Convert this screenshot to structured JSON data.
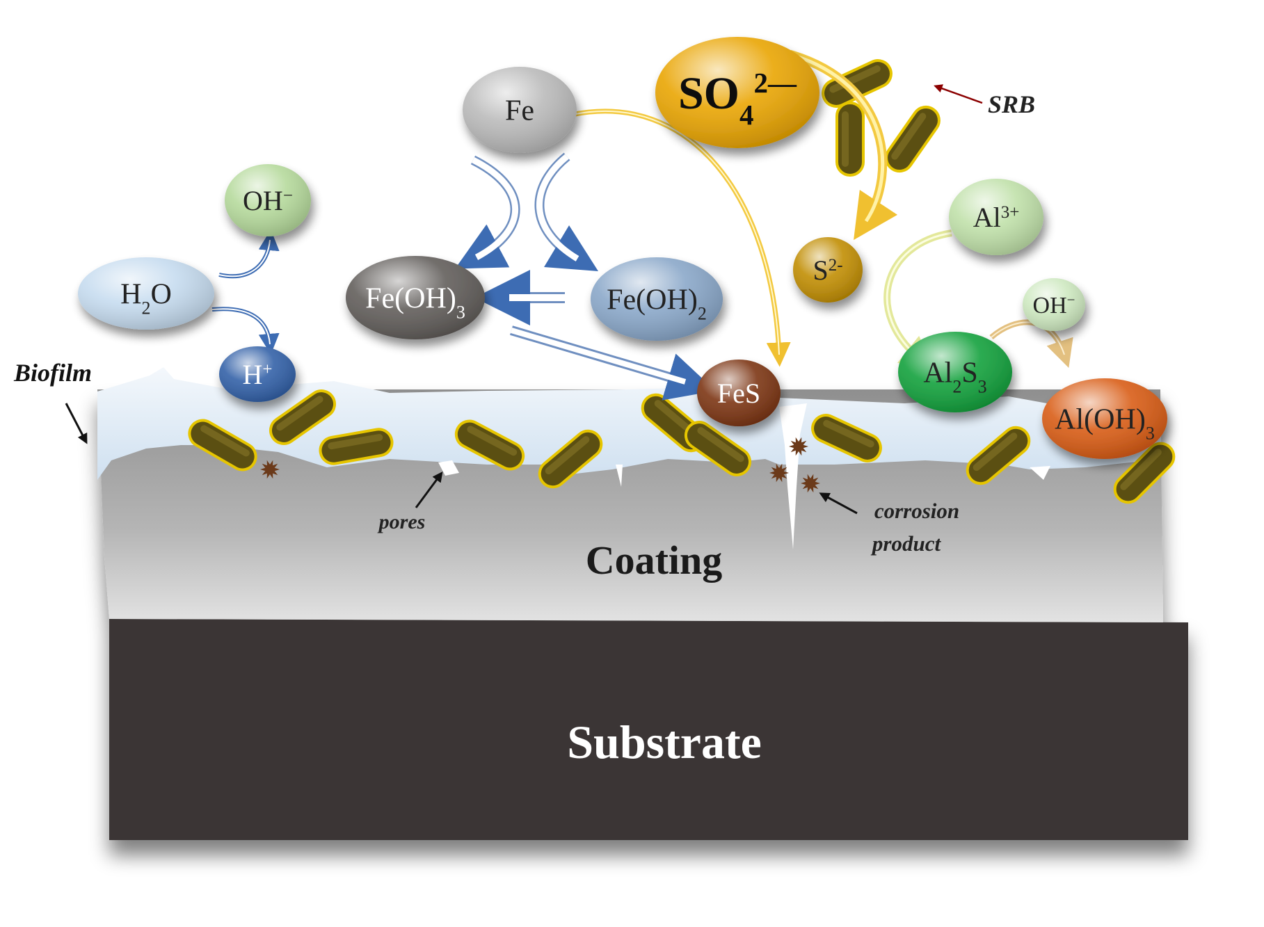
{
  "layers": {
    "substrate": "Substrate",
    "coating": "Coating",
    "biofilm": "Biofilm"
  },
  "annotations": {
    "pores": "pores",
    "corrosion_line1": "corrosion",
    "corrosion_line2": "product",
    "srb": "SRB"
  },
  "species": {
    "so4": {
      "base": "SO",
      "sub": "4",
      "sup": "2—"
    },
    "fe": {
      "base": "Fe"
    },
    "oh_left": {
      "base": "OH",
      "sup": "−"
    },
    "h2o": {
      "base": "H",
      "sub": "2",
      "tail": "O"
    },
    "h_plus": {
      "base": "H",
      "sup": "+"
    },
    "fe_oh3": {
      "base": "Fe(OH)",
      "sub": "3"
    },
    "fe_oh2": {
      "base": "Fe(OH)",
      "sub": "2"
    },
    "fes": {
      "base": "FeS"
    },
    "s2": {
      "base": "S",
      "sup": "2-"
    },
    "al3": {
      "base": "Al",
      "sup": "3+"
    },
    "oh_right": {
      "base": "OH",
      "sup": "−"
    },
    "al2s3": {
      "base": "Al",
      "sub": "2",
      "tail": "S",
      "sub2": "3"
    },
    "al_oh3": {
      "base": "Al(OH)",
      "sub": "3"
    }
  },
  "colors": {
    "substrate": "#3a3634",
    "coating": "#a9a9a9",
    "biofilm": "#dfeaf5",
    "bacteria_fill": "#5b4f12",
    "bacteria_rim": "#e6c500",
    "so4": "#e9a400",
    "fe": "#b9b9b9",
    "oh_left": "#b4d99a",
    "h2o": "#c5dbef",
    "h_plus": "#2f5ea6",
    "fe_oh3": "#5f5b58",
    "fe_oh2": "#88a6c8",
    "fes": "#7a3210",
    "s2": "#c08c00",
    "al3": "#bfe0a8",
    "oh_right": "#cde8bf",
    "al2s3": "#10a03a",
    "al_oh3": "#d85a12",
    "corrosion": "#6b3a1a"
  }
}
